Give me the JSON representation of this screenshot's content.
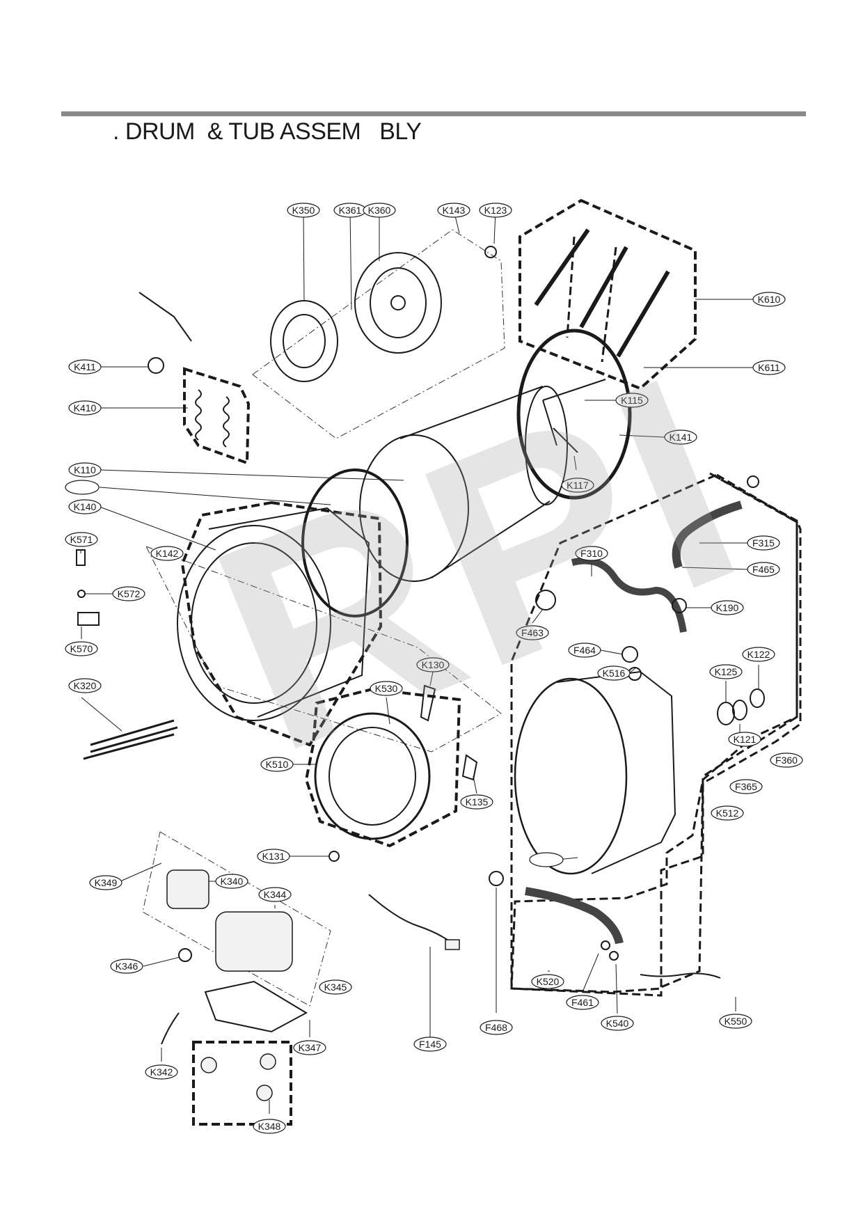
{
  "page": {
    "title": ". DRUM  & TUB ASSEM   BLY",
    "watermark": "RPI"
  },
  "labels": [
    "K350",
    "K361",
    "K360",
    "K143",
    "K123",
    "K610",
    "K611",
    "K411",
    "K410",
    "K115",
    "K141",
    "K110",
    "K140",
    "K117",
    "K571",
    "K142",
    "K572",
    "K570",
    "K320",
    "F310",
    "F315",
    "F465",
    "K190",
    "F463",
    "F464",
    "K516",
    "K125",
    "K122",
    "K121",
    "K130",
    "K530",
    "K510",
    "K135",
    "F360",
    "F365",
    "K512",
    "K131",
    "K349",
    "K340",
    "K344",
    "K346",
    "K345",
    "F145",
    "F468",
    "K520",
    "F461",
    "K540",
    "K550",
    "K347",
    "K342",
    "K348"
  ]
}
